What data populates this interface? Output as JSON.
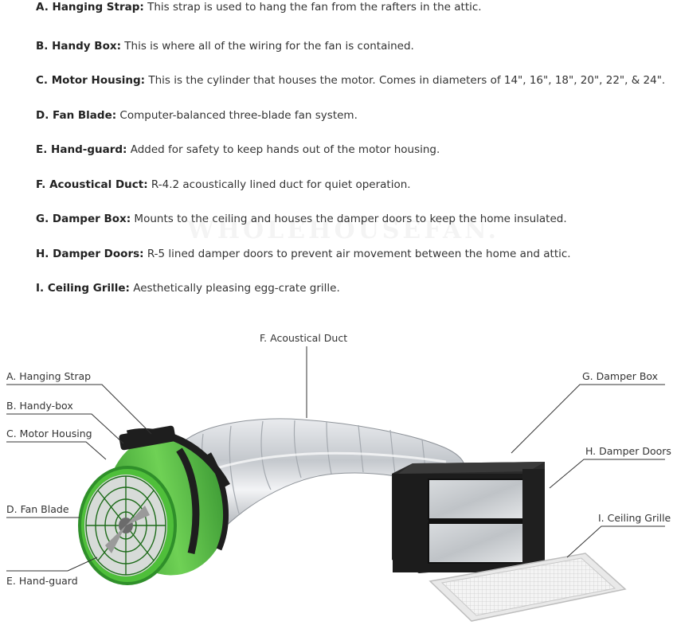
{
  "descriptions": [
    {
      "term": "A. Hanging Strap:",
      "text": " This strap is used to hang the fan from the rafters in the attic."
    },
    {
      "term": "B. Handy Box:",
      "text": " This is where all of the wiring for the fan is contained."
    },
    {
      "term": "C. Motor Housing:",
      "text": " This is the cylinder that houses the motor. Comes in diameters of 14\", 16\", 18\", 20\", 22\", & 24\"."
    },
    {
      "term": "D. Fan Blade:",
      "text": " Computer-balanced three-blade fan system."
    },
    {
      "term": "E. Hand-guard:",
      "text": " Added for safety to keep hands out of the motor housing."
    },
    {
      "term": "F. Acoustical Duct:",
      "text": " R-4.2 acoustically lined duct for quiet operation."
    },
    {
      "term": "G. Damper Box:",
      "text": " Mounts to the ceiling and houses the damper doors to keep the home insulated."
    },
    {
      "term": "H. Damper Doors:",
      "text": " R-5 lined damper doors to prevent air movement between the home and attic."
    },
    {
      "term": "I. Ceiling Grille:",
      "text": " Aesthetically pleasing egg-crate grille."
    }
  ],
  "watermark": "WHOLEHOUSEFAN.",
  "callouts": {
    "hanging_strap": "A. Hanging Strap",
    "handy_box": "B. Handy-box",
    "motor_housing": "C. Motor Housing",
    "fan_blade": "D. Fan Blade",
    "hand_guard": "E. Hand-guard",
    "acoustical_duct": "F. Acoustical Duct",
    "damper_box": "G. Damper Box",
    "damper_doors": "H. Damper Doors",
    "ceiling_grille": "I. Ceiling Grille"
  },
  "colors": {
    "fan_green": "#5fc646",
    "fan_green_dark": "#2f8f2a",
    "duct_silver": "#c9ccd0",
    "damper_black": "#1c1c1c",
    "grille_white": "#f2f2f2",
    "leader_line": "#333333"
  },
  "icons": {
    "fan": "fan-icon",
    "duct": "duct-icon",
    "damper": "damper-box-icon",
    "grille": "grille-icon"
  }
}
